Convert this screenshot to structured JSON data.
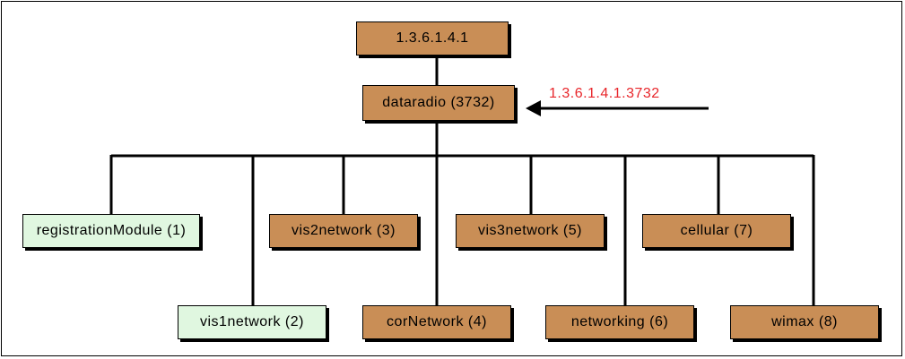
{
  "root": {
    "label": "1.3.6.1.4.1"
  },
  "parent": {
    "label": "dataradio (3732)"
  },
  "oid_annotation": {
    "text": "1.3.6.1.4.1.3732"
  },
  "children": [
    {
      "label": "registrationModule (1)",
      "style": "green"
    },
    {
      "label": "vis1network (2)",
      "style": "green"
    },
    {
      "label": "vis2network (3)",
      "style": "brown"
    },
    {
      "label": "corNetwork (4)",
      "style": "brown"
    },
    {
      "label": "vis3network (5)",
      "style": "brown"
    },
    {
      "label": "networking (6)",
      "style": "brown"
    },
    {
      "label": "cellular (7)",
      "style": "brown"
    },
    {
      "label": "wimax (8)",
      "style": "brown"
    }
  ],
  "colors": {
    "brown_fill": "#c98e56",
    "green_fill": "#e0f7e0",
    "annotation": "#e8262b"
  }
}
